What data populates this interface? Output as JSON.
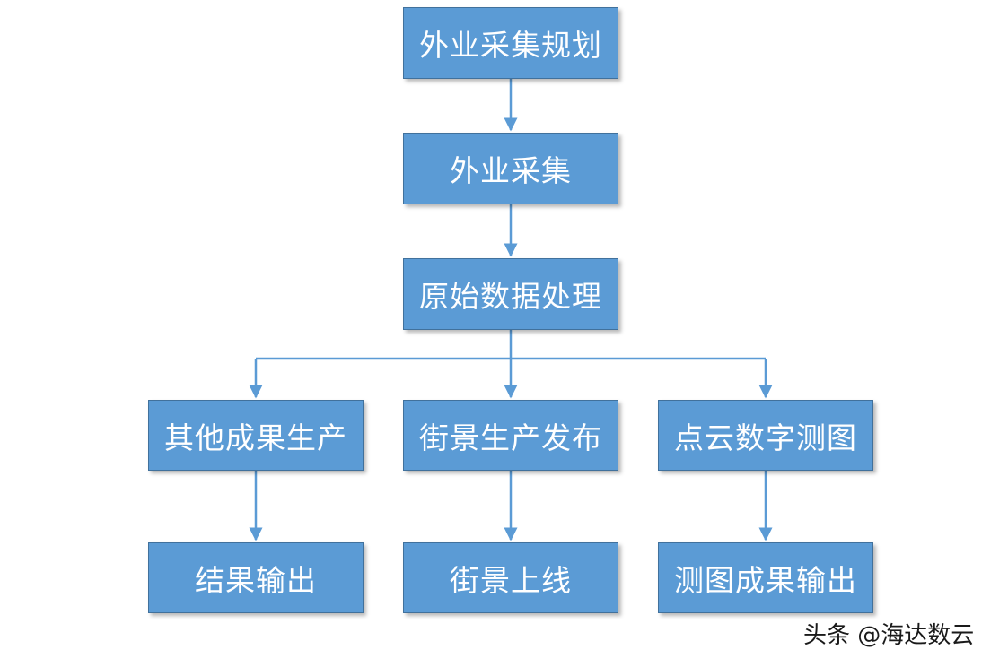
{
  "diagram": {
    "nodes": {
      "planning": "外业采集规划",
      "collection": "外业采集",
      "processing": "原始数据处理",
      "other_products": "其他成果生产",
      "street_view_production": "街景生产发布",
      "point_cloud_mapping": "点云数字测图",
      "result_output": "结果输出",
      "street_view_online": "街景上线",
      "mapping_output": "测图成果输出"
    },
    "edges": [
      [
        "planning",
        "collection"
      ],
      [
        "collection",
        "processing"
      ],
      [
        "processing",
        "other_products"
      ],
      [
        "processing",
        "street_view_production"
      ],
      [
        "processing",
        "point_cloud_mapping"
      ],
      [
        "other_products",
        "result_output"
      ],
      [
        "street_view_production",
        "street_view_online"
      ],
      [
        "point_cloud_mapping",
        "mapping_output"
      ]
    ]
  },
  "watermark": "头条 @海达数云",
  "colors": {
    "box_fill": "#5b9bd5",
    "box_border": "#41719c",
    "connector": "#5b9bd5",
    "box_text": "#ffffff"
  }
}
